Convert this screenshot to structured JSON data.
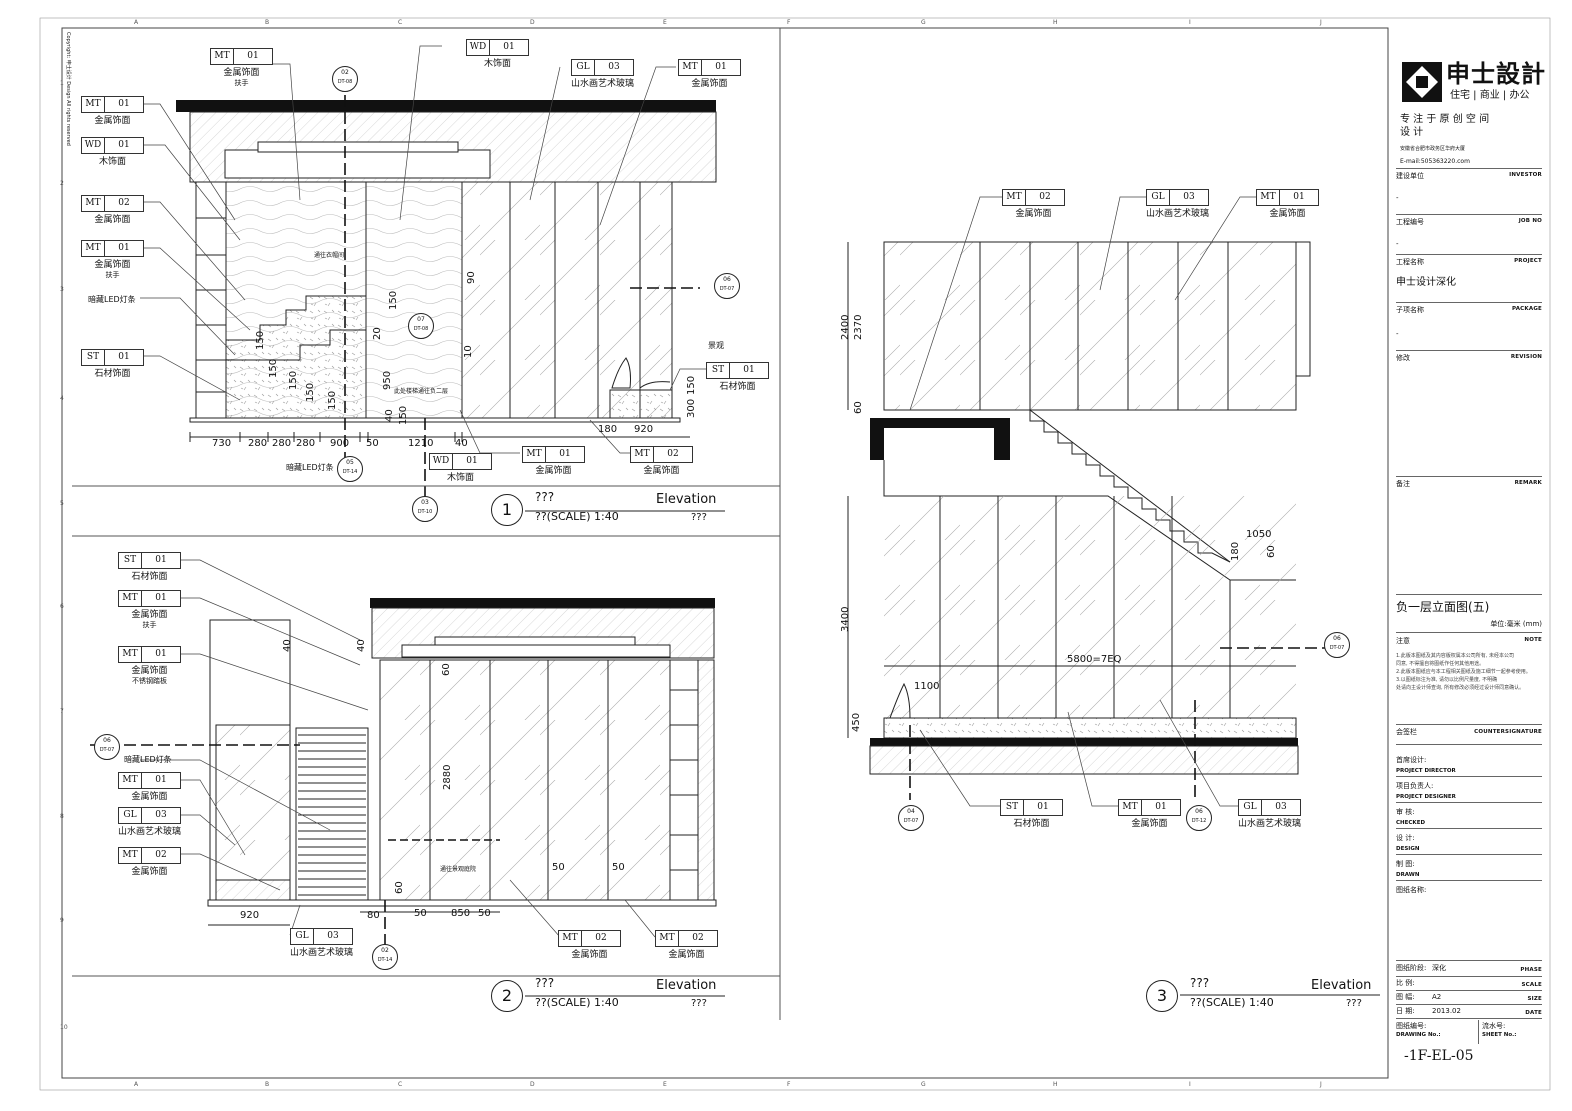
{
  "rulers": {
    "cols": [
      "A",
      "B",
      "C",
      "D",
      "E",
      "F",
      "G",
      "H",
      "I",
      "J"
    ],
    "rows": [
      "1",
      "2",
      "3",
      "4",
      "5",
      "6",
      "7",
      "8",
      "9",
      "10"
    ]
  },
  "copyright": "Copyright: 申士设计 Design All rights reserved",
  "logo": {
    "name": "申士設計",
    "sectors": "住宅 | 商业 | 办公",
    "slogan_1": "专 注 于 原 创 空 间",
    "slogan_2": "设 计",
    "address": "安徽省合肥市政务区华府大厦",
    "email": "E-mail:505363220.com"
  },
  "titleblock": {
    "investor_cn": "建设单位",
    "investor_en": "INVESTOR",
    "investor_val": "-",
    "job_cn": "工程编号",
    "job_en": "JOB NO",
    "job_val": "-",
    "project_cn": "工程名称",
    "project_en": "PROJECT",
    "project_val": "申士设计深化",
    "package_cn": "子项名称",
    "package_en": "PACKAGE",
    "package_val": "-",
    "revision_cn": "修改",
    "revision_en": "REVISION",
    "remark_cn": "备注",
    "remark_en": "REMARK",
    "drawing_title": "负一层立面图(五)",
    "unit": "单位:毫米 (mm)",
    "note_cn": "注意",
    "note_en": "NOTE",
    "notes": [
      "1.此版本图纸及其内容版权属本公司所有, 未经本公司",
      "  同意, 不得擅自将图纸作任何其他用途。",
      "2.此版本图纸应与本工程相关图纸及施工细节一起参考使用。",
      "3.以图纸标注为准, 请勿以比例尺量度, 不明确",
      "  处请向主设计师查询, 所有修改必须经过设计师同意确认。"
    ],
    "countersign_cn": "会签栏",
    "countersign_en": "COUNTERSIGNATURE",
    "director_cn": "首席设计:",
    "director_en": "PROJECT DIRECTOR",
    "designer_cn": "项目负责人:",
    "designer_en": "PROJECT DESIGNER",
    "checked_cn": "审    核:",
    "checked_en": "CHECKED",
    "design_cn": "设    计:",
    "design_en": "DESIGN",
    "drawn_cn": "制    图:",
    "drawn_en": "DRAWN",
    "name_cn": "图纸名称:",
    "phase_cn": "图纸阶段:",
    "phase_val": "深化",
    "phase_en": "PHASE",
    "scale_cn": "比    例:",
    "scale_en": "SCALE",
    "size_cn": "图    幅:",
    "size_val": "A2",
    "size_en": "SIZE",
    "date_cn": "日    期:",
    "date_val": "2013.02",
    "date_en": "DATE",
    "drawing_no_cn": "图纸编号:",
    "drawing_no_en": "DRAWING No.:",
    "sheet_no_cn": "流水号:",
    "sheet_no_en": "SHEET No.:",
    "drawing_no_val": "-1F-EL-05"
  },
  "views": [
    {
      "num": "1",
      "title": "???",
      "title_en": "Elevation",
      "scale": "??(SCALE) 1:40",
      "scale_en": "???"
    },
    {
      "num": "2",
      "title": "???",
      "title_en": "Elevation",
      "scale": "??(SCALE) 1:40",
      "scale_en": "???"
    },
    {
      "num": "3",
      "title": "???",
      "title_en": "Elevation",
      "scale": "??(SCALE) 1:40",
      "scale_en": "???"
    }
  ],
  "tags_v1": [
    {
      "code": "MT",
      "num": "01",
      "name": "金属饰面",
      "sub": "扶手"
    },
    {
      "code": "WD",
      "num": "01",
      "name": "木饰面",
      "sub": ""
    },
    {
      "code": "GL",
      "num": "03",
      "name": "山水画艺术玻璃",
      "sub": ""
    },
    {
      "code": "MT",
      "num": "01",
      "name": "金属饰面",
      "sub": ""
    },
    {
      "code": "MT",
      "num": "01",
      "name": "金属饰面",
      "sub": ""
    },
    {
      "code": "WD",
      "num": "01",
      "name": "木饰面",
      "sub": ""
    },
    {
      "code": "MT",
      "num": "02",
      "name": "金属饰面",
      "sub": ""
    },
    {
      "code": "MT",
      "num": "01",
      "name": "金属饰面",
      "sub": "扶手"
    },
    {
      "code": "ST",
      "num": "01",
      "name": "石材饰面",
      "sub": ""
    },
    {
      "code": "ST",
      "num": "01",
      "name": "石材饰面",
      "sub": ""
    },
    {
      "code": "WD",
      "num": "01",
      "name": "木饰面",
      "sub": ""
    },
    {
      "code": "MT",
      "num": "01",
      "name": "金属饰面",
      "sub": ""
    },
    {
      "code": "MT",
      "num": "02",
      "name": "金属饰面",
      "sub": ""
    }
  ],
  "tags_v2": [
    {
      "code": "ST",
      "num": "01",
      "name": "石材饰面",
      "sub": ""
    },
    {
      "code": "MT",
      "num": "01",
      "name": "金属饰面",
      "sub": "扶手"
    },
    {
      "code": "MT",
      "num": "01",
      "name": "金属饰面",
      "sub": "不锈钢踏板"
    },
    {
      "code": "MT",
      "num": "01",
      "name": "金属饰面",
      "sub": ""
    },
    {
      "code": "GL",
      "num": "03",
      "name": "山水画艺术玻璃",
      "sub": ""
    },
    {
      "code": "MT",
      "num": "02",
      "name": "金属饰面",
      "sub": ""
    },
    {
      "code": "GL",
      "num": "03",
      "name": "山水画艺术玻璃",
      "sub": ""
    },
    {
      "code": "MT",
      "num": "02",
      "name": "金属饰面",
      "sub": ""
    },
    {
      "code": "MT",
      "num": "02",
      "name": "金属饰面",
      "sub": ""
    }
  ],
  "tags_v3": [
    {
      "code": "MT",
      "num": "02",
      "name": "金属饰面",
      "sub": ""
    },
    {
      "code": "GL",
      "num": "03",
      "name": "山水画艺术玻璃",
      "sub": ""
    },
    {
      "code": "MT",
      "num": "01",
      "name": "金属饰面",
      "sub": ""
    },
    {
      "code": "ST",
      "num": "01",
      "name": "石材饰面",
      "sub": ""
    },
    {
      "code": "MT",
      "num": "01",
      "name": "金属饰面",
      "sub": ""
    },
    {
      "code": "GL",
      "num": "03",
      "name": "山水画艺术玻璃",
      "sub": ""
    }
  ],
  "notes_v1": {
    "led": "暗藏LED灯条",
    "led2": "暗藏LED灯条",
    "upstairs": "通往衣帽间",
    "stair_note": "此处楼梯通往负二层",
    "landscape": "景观"
  },
  "notes_v2": {
    "led": "暗藏LED灯条",
    "yard": "通往景观庭院"
  },
  "dims_v1": [
    "730",
    "280",
    "280",
    "280",
    "900",
    "50",
    "1210",
    "40",
    "180",
    "920",
    "150",
    "150",
    "150",
    "150",
    "150",
    "150",
    "950",
    "20",
    "40",
    "90",
    "10",
    "150",
    "300",
    "150"
  ],
  "dims_v2": [
    "920",
    "80",
    "50",
    "850",
    "50",
    "40",
    "40",
    "60",
    "2880",
    "60",
    "50",
    "50"
  ],
  "dims_v3": [
    "2400",
    "2370",
    "60",
    "3400",
    "450",
    "1100",
    "1050",
    "180",
    "60",
    "5800=7EQ"
  ],
  "syms": [
    {
      "t": "02",
      "b": "DT-08"
    },
    {
      "t": "06",
      "b": "DT-07"
    },
    {
      "t": "07",
      "b": "DT-08"
    },
    {
      "t": "05",
      "b": "DT-14"
    },
    {
      "t": "03",
      "b": "DT-10"
    },
    {
      "t": "06",
      "b": "DT-07"
    },
    {
      "t": "02",
      "b": "DT-14"
    },
    {
      "t": "06",
      "b": "DT-07"
    },
    {
      "t": "04",
      "b": "DT-07"
    },
    {
      "t": "06",
      "b": "DT-12"
    }
  ]
}
